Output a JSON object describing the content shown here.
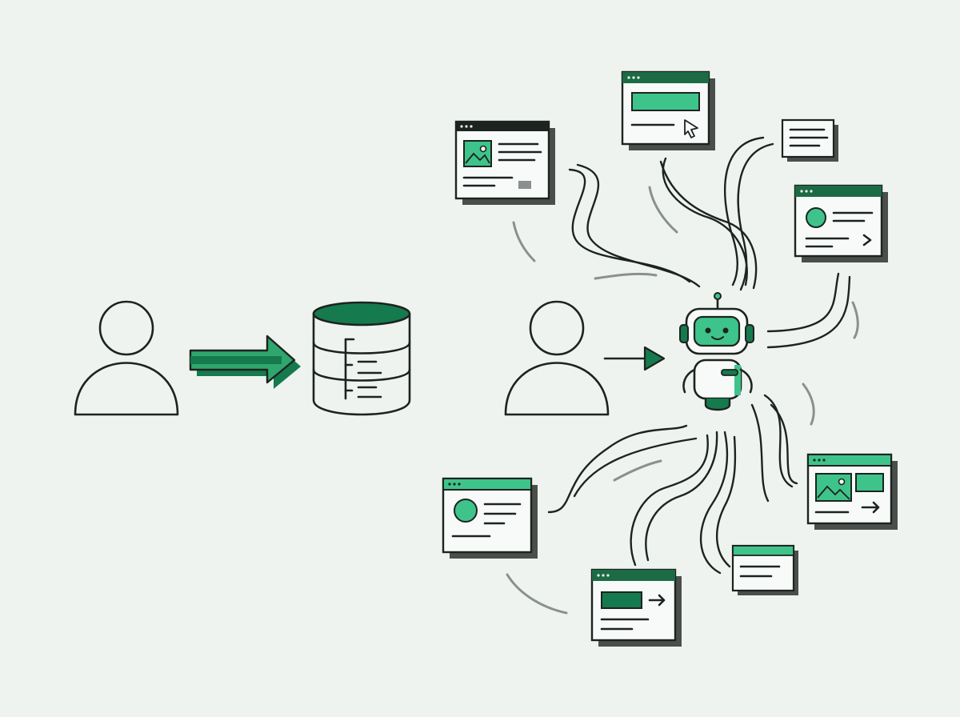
{
  "diagram": {
    "left_scene": {
      "person_icon": "user-outline-icon",
      "arrow_icon": "thick-arrow-right-icon",
      "database_icon": "database-cylinder-icon"
    },
    "right_scene": {
      "person_icon": "user-outline-icon",
      "arrow_icon": "thin-arrow-right-icon",
      "agent_icon": "robot-agent-icon",
      "connection_style": "wavy-tendrils",
      "windows": [
        {
          "id": "img-text-window",
          "content": [
            "image-placeholder-icon",
            "text-lines",
            "small-button"
          ],
          "header": "dark"
        },
        {
          "id": "banner-cursor-window",
          "content": [
            "green-banner",
            "text-line",
            "cursor-pointer-icon"
          ],
          "header": "dark"
        },
        {
          "id": "small-note-card",
          "content": [
            "text-lines"
          ],
          "header": "none"
        },
        {
          "id": "avatar-arrow-window",
          "content": [
            "avatar-circle",
            "text-lines",
            "chevron-right-icon"
          ],
          "header": "dark"
        },
        {
          "id": "img-arrow-window",
          "content": [
            "image-placeholder-icon",
            "green-block",
            "arrow-right-icon"
          ],
          "header": "green"
        },
        {
          "id": "small-text-window",
          "content": [
            "text-lines"
          ],
          "header": "green"
        },
        {
          "id": "button-arrow-window",
          "content": [
            "green-button",
            "arrow-right-icon",
            "text-lines"
          ],
          "header": "dark"
        },
        {
          "id": "avatar-text-window",
          "content": [
            "avatar-circle",
            "text-lines"
          ],
          "header": "green"
        }
      ]
    },
    "colors": {
      "background": "#eef3ef",
      "ink": "#1d231f",
      "green_light": "#3ec48a",
      "green_dark": "#157a4d",
      "header_dark": "#1c6b45",
      "shadow": "#4a4f4c",
      "panel": "#f7faf8"
    }
  }
}
